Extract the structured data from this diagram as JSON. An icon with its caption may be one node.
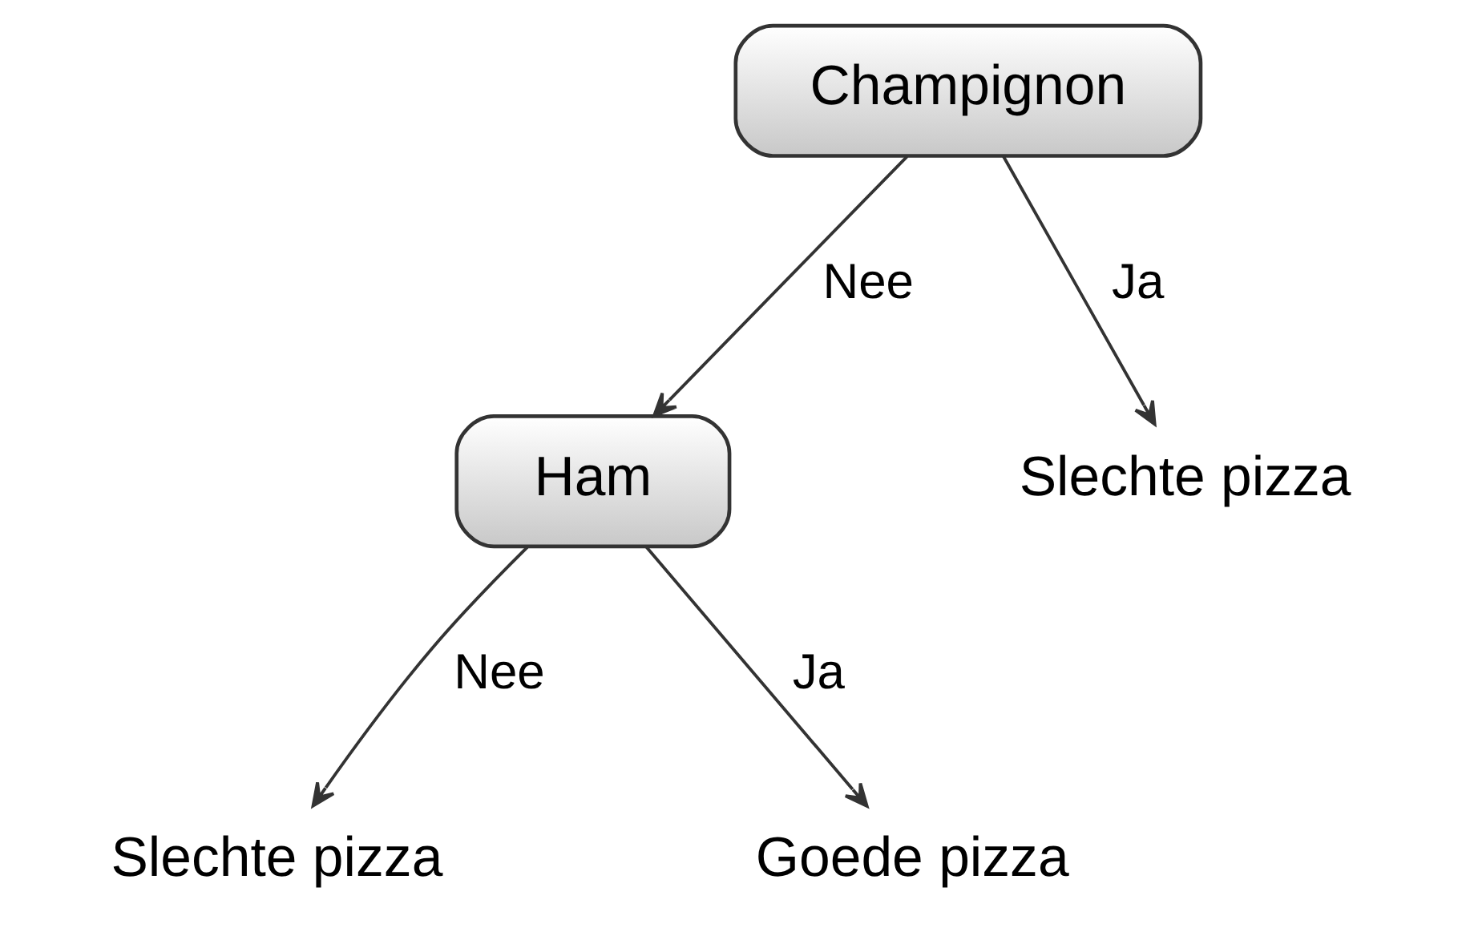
{
  "diagram": {
    "nodes": [
      {
        "text": [
          "Champignon"
        ]
      },
      {
        "text": [
          "Ham"
        ]
      },
      {
        "text": [
          "Slechte pizza"
        ]
      },
      {
        "text": [
          "Slechte pizza"
        ]
      },
      {
        "text": [
          "Goede pizza"
        ]
      }
    ],
    "edges": [
      {
        "from": 0,
        "to": 1,
        "label": "Nee",
        "arrow": "to"
      },
      {
        "from": 0,
        "to": 2,
        "label": "Ja",
        "arrow": "to"
      },
      {
        "from": 1,
        "to": 3,
        "label": "Nee",
        "arrow": "to"
      },
      {
        "from": 1,
        "to": 4,
        "label": "Ja",
        "arrow": "to"
      }
    ]
  }
}
